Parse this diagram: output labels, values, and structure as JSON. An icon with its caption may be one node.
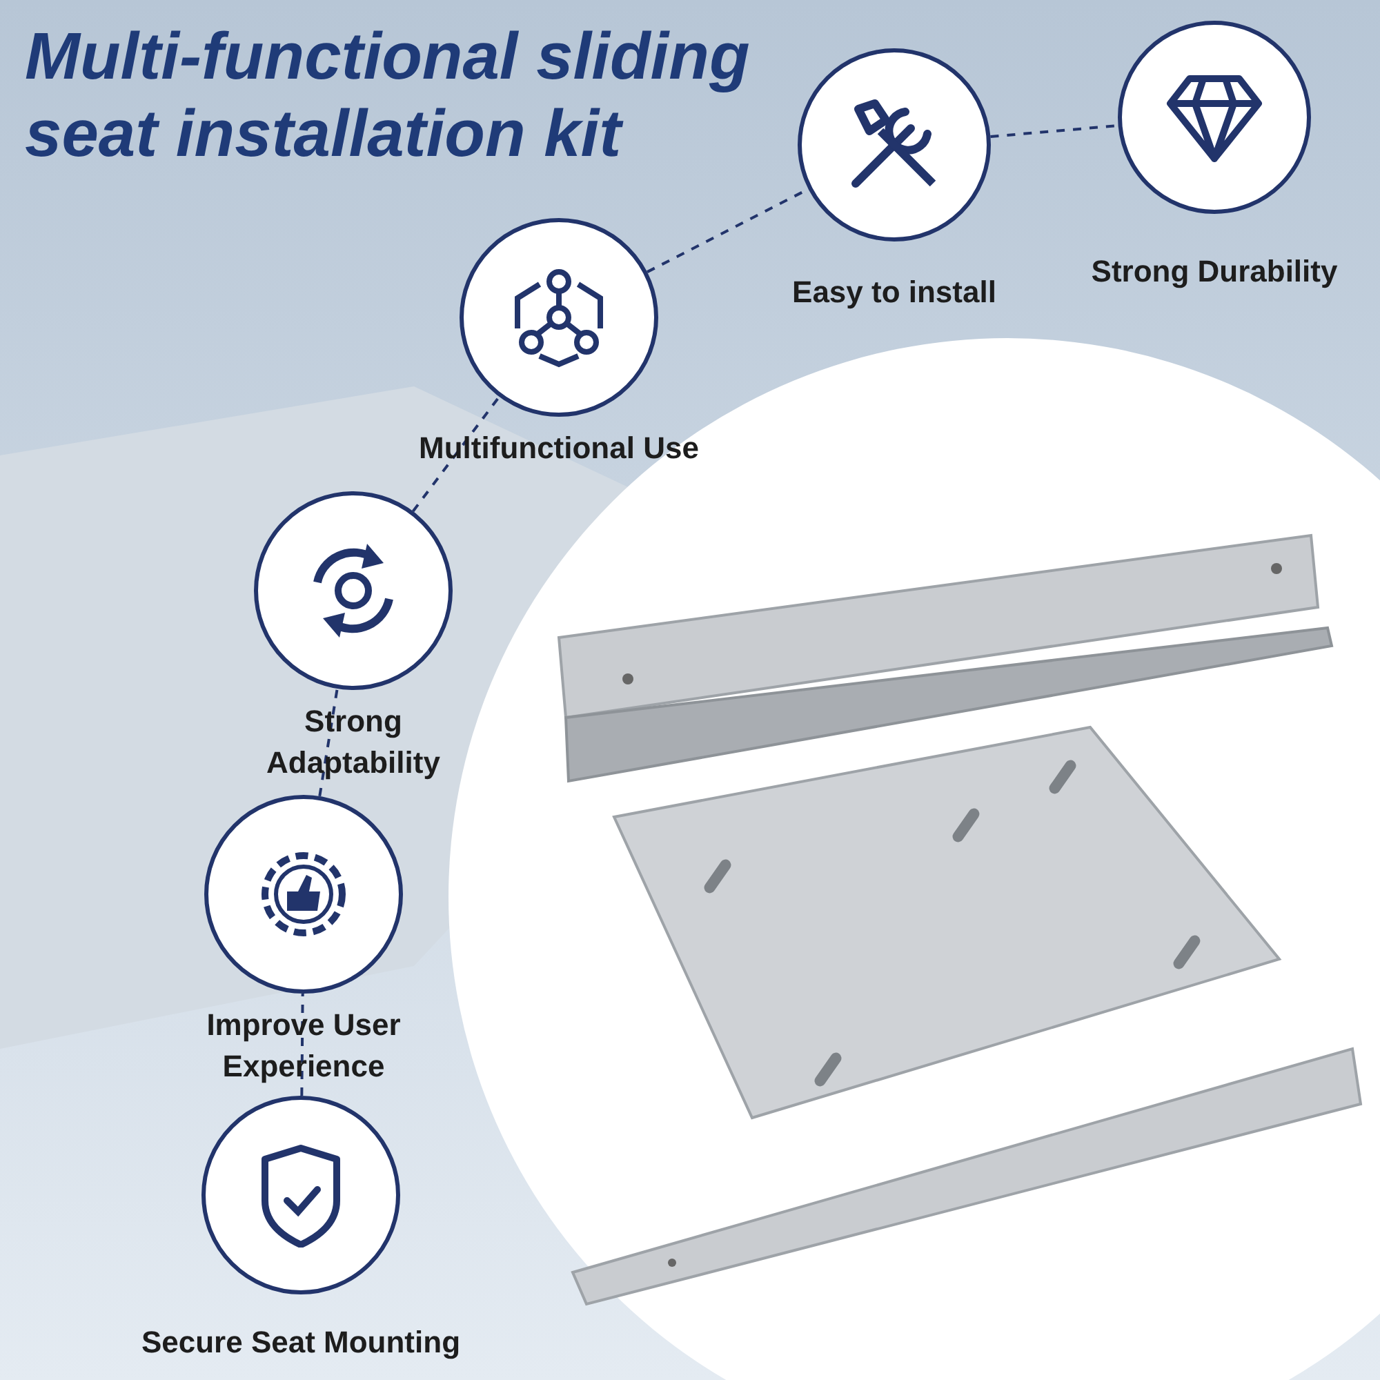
{
  "diagram": {
    "title": "Multi-functional sliding seat installation kit",
    "nodes": [
      {
        "text": [
          "Easy to install"
        ]
      },
      {
        "text": [
          "Strong Durability"
        ]
      },
      {
        "text": [
          "Multifunctional Use"
        ]
      },
      {
        "text": [
          "Strong Adaptability"
        ]
      },
      {
        "text": [
          "Improve User Experience"
        ]
      },
      {
        "text": [
          "Secure Seat Mounting"
        ]
      }
    ],
    "edges": [
      {
        "from": 5,
        "to": 4,
        "arrow": "none",
        "style": "dashed"
      },
      {
        "from": 4,
        "to": 3,
        "arrow": "none",
        "style": "dashed"
      },
      {
        "from": 3,
        "to": 2,
        "arrow": "none",
        "style": "dashed"
      },
      {
        "from": 2,
        "to": 0,
        "arrow": "none",
        "style": "dashed"
      },
      {
        "from": 0,
        "to": 1,
        "arrow": "none",
        "style": "dashed"
      }
    ]
  }
}
